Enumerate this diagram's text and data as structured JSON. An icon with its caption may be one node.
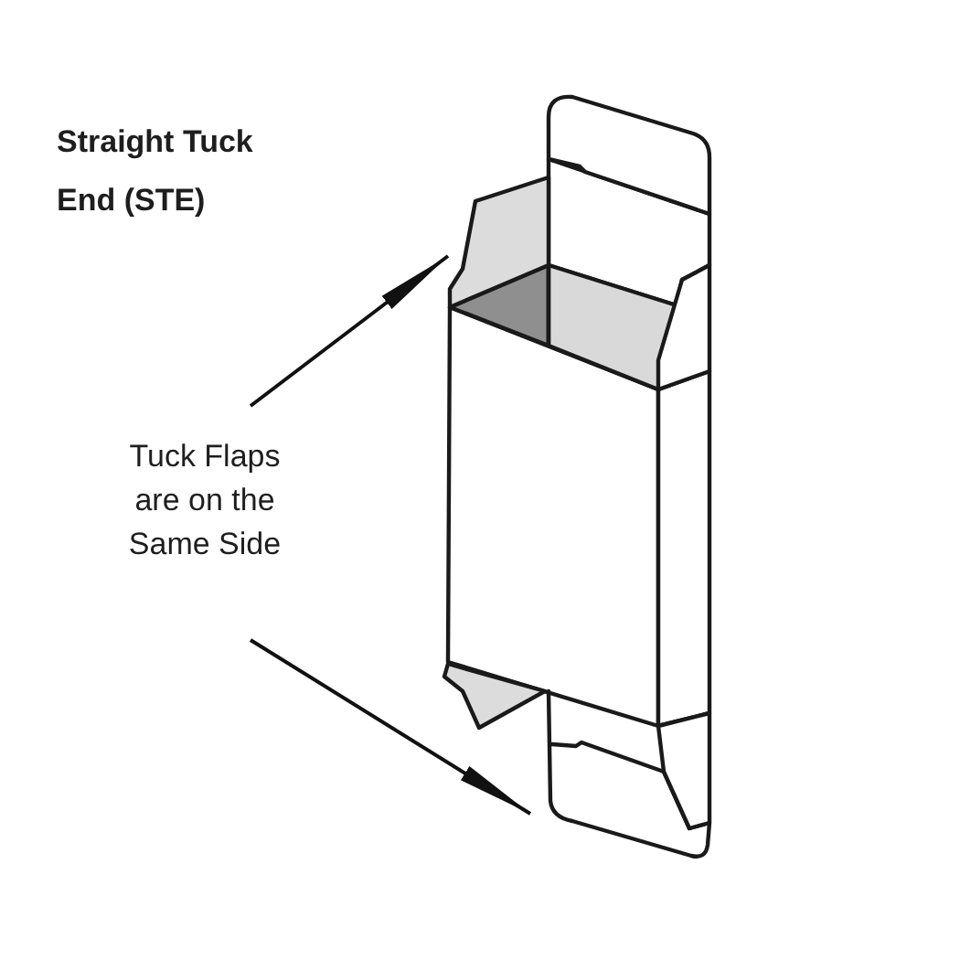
{
  "diagram": {
    "title": "Straight Tuck End (STE)",
    "nodes": [
      {
        "text": [
          "Tuck Flaps are on the Same Side"
        ]
      },
      {
        "text": [],
        "shape": "picture"
      },
      {
        "text": [],
        "shape": "picture"
      }
    ],
    "edges": [
      {
        "from": 0,
        "to": 1,
        "arrow": "to"
      },
      {
        "from": 0,
        "to": 2,
        "arrow": "to"
      }
    ]
  }
}
